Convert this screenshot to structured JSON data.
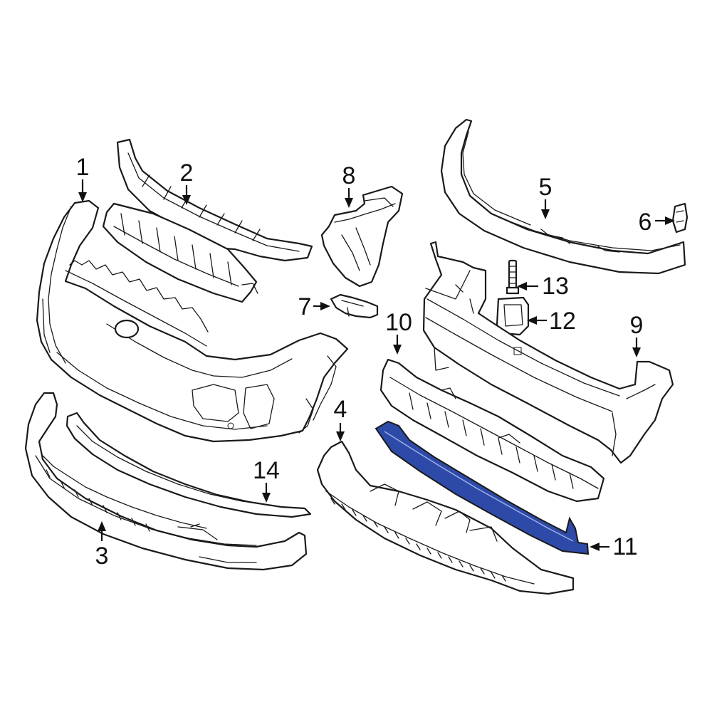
{
  "diagram": {
    "highlight_color": "#2e4aa8",
    "line_color": "#1a1a1a",
    "background": "#ffffff",
    "callouts": [
      {
        "label": "1"
      },
      {
        "label": "2"
      },
      {
        "label": "3"
      },
      {
        "label": "4"
      },
      {
        "label": "5"
      },
      {
        "label": "6"
      },
      {
        "label": "7"
      },
      {
        "label": "8"
      },
      {
        "label": "9"
      },
      {
        "label": "10"
      },
      {
        "label": "11"
      },
      {
        "label": "12"
      },
      {
        "label": "13"
      },
      {
        "label": "14"
      }
    ]
  }
}
